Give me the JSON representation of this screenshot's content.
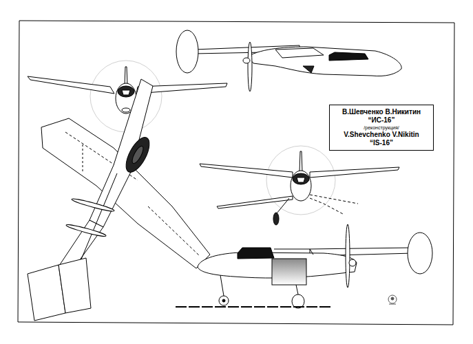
{
  "diagram": {
    "nodes": [
      {
        "text": [
          "В.Шевченко В.Никитин",
          "“ИС-16”",
          "/реконструкция/",
          "V.Shevchenko V.Nikitin",
          "“IS-16”"
        ]
      }
    ]
  }
}
